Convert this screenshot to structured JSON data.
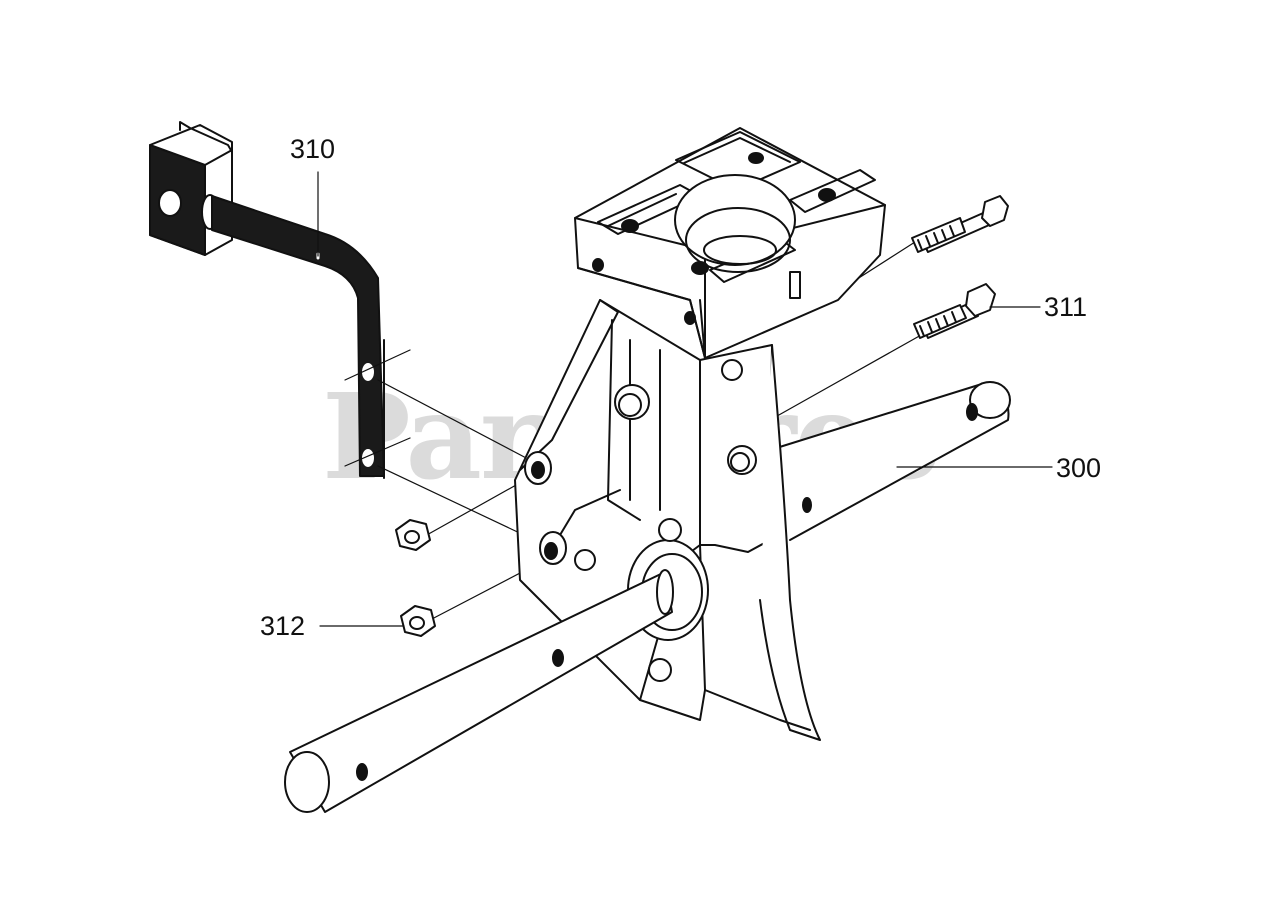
{
  "callouts": {
    "bracket": "310",
    "bolt": "311",
    "axle": "300",
    "nut": "312"
  },
  "watermark": {
    "text": "PartsTree",
    "trademark": "™"
  }
}
